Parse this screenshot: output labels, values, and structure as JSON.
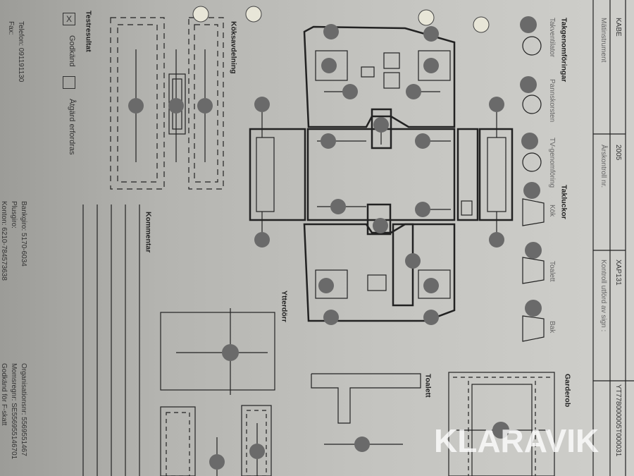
{
  "header": {
    "make": "KABE",
    "instrument_label": "Mätinstrument",
    "year": "2005",
    "annual_label": "Årskontroll nr.",
    "reg": "XAP131",
    "sign_label": "Kontroll utförd av sign :",
    "vin": "YT778000005T000031"
  },
  "roof_penetrations": {
    "title": "Takgenomföringar",
    "items": [
      "Takventilator",
      "Pannskorsten",
      "TV-genomföring"
    ]
  },
  "roof_hatches": {
    "title": "Takluckor",
    "items": [
      "Kök",
      "Toalett",
      "Bak"
    ]
  },
  "sections": {
    "wardrobe": "Garderob",
    "toilet": "Toalett",
    "entry_door": "Ytterdörr",
    "comment": "Kommentar",
    "kitchen": "Köksavdelning"
  },
  "test_result": {
    "title": "Testresultat",
    "approved_mark": "X",
    "approved_label": "Godkänd",
    "action_label": "Åtgärd erfordras"
  },
  "footer": {
    "phone": "Telefon: 091191130",
    "fax": "Fax:",
    "bankgiro": "Bankgiro: 5170-6034",
    "plusgiro": "Plusgiro:",
    "accounts": "Konton: 6210-784573638",
    "org": "Organisationsnr: 5569551467",
    "vat": "Momsregnr: SE556955146701",
    "ftax": "Godkänd för F-skatt"
  },
  "watermark": "KLARAVIK"
}
